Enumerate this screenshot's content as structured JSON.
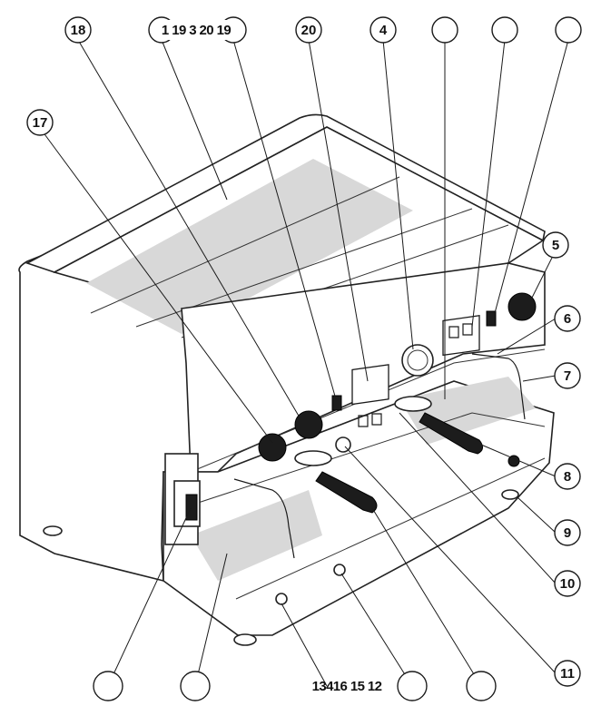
{
  "diagram": {
    "callouts_top": [
      {
        "id": "c18",
        "label": "18"
      },
      {
        "id": "cGroup",
        "label": "1 19 3 20 19"
      },
      {
        "id": "c20",
        "label": "20"
      },
      {
        "id": "c4",
        "label": "4"
      },
      {
        "id": "cBlankA",
        "label": ""
      },
      {
        "id": "cBlankB",
        "label": ""
      },
      {
        "id": "cBlankC",
        "label": ""
      }
    ],
    "callouts_left": [
      {
        "id": "c17",
        "label": "17"
      }
    ],
    "callouts_right": [
      {
        "id": "c5",
        "label": "5"
      },
      {
        "id": "c6",
        "label": "6"
      },
      {
        "id": "c7",
        "label": "7"
      },
      {
        "id": "c8",
        "label": "8"
      },
      {
        "id": "c9",
        "label": "9"
      },
      {
        "id": "c10",
        "label": "10"
      },
      {
        "id": "c11",
        "label": "11"
      }
    ],
    "callouts_bottom": [
      {
        "id": "cB1",
        "label": ""
      },
      {
        "id": "cB2",
        "label": ""
      },
      {
        "id": "cBottomGroup",
        "label": "13416 15 12"
      },
      {
        "id": "cB3",
        "label": ""
      },
      {
        "id": "cB4",
        "label": ""
      }
    ]
  }
}
